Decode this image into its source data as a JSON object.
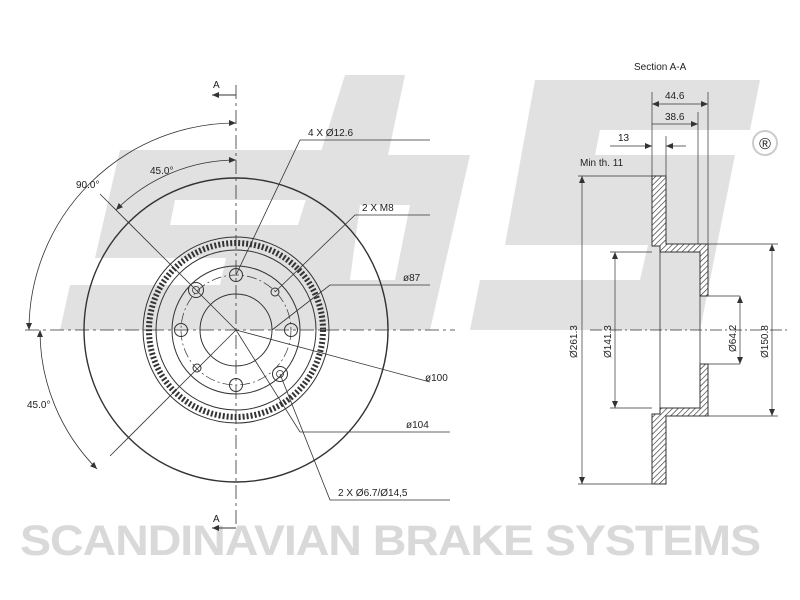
{
  "watermark": {
    "logo_text": "sbs",
    "company_name": "SCANDINAVIAN BRAKE SYSTEMS",
    "registered_mark": "®"
  },
  "front_view": {
    "section_marker_top": "A",
    "section_marker_bottom": "A",
    "angle_outer": "90.0°",
    "angle_top": "45.0°",
    "angle_left": "45.0°",
    "callout_holes": "4 X Ø12.6",
    "callout_threads": "2 X M8",
    "callout_bore": "ø87",
    "callout_pcd": "ø100",
    "callout_hub": "ø104",
    "callout_small_holes": "2 X Ø6.7/Ø14,5"
  },
  "section_view": {
    "title": "Section A-A",
    "dim_total_width": "44.6",
    "dim_hat_depth": "38.6",
    "dim_thickness": "13",
    "min_thickness": "Min th. 11",
    "dia_outer": "Ø261.3",
    "dia_inner_ring": "Ø141.3",
    "dia_center": "Ø64.2",
    "dia_hat": "Ø150.8"
  }
}
